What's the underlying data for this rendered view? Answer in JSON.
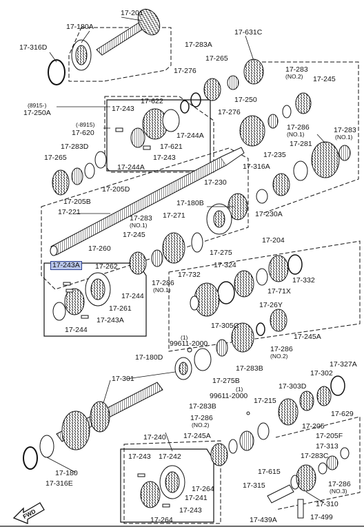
{
  "labels": {
    "l_17_201": "17-201",
    "l_17_180A": "17-180A",
    "l_17_316D": "17-316D",
    "l_17_631C": "17-631C",
    "l_17_283A": "17-283A",
    "l_17_265_top": "17-265",
    "l_17_276_a": "17-276",
    "l_17_276_b": "17-276",
    "l_17_283_no2_a": "17-283",
    "l_no2_a": "(NO.2)",
    "l_17_245_top": "17-245",
    "l_8915_a": "(8915-)",
    "l_17_250A": "17-250A",
    "l_17_243_top": "17-243",
    "l_17_622": "17-622",
    "l_17_244A_r": "17-244A",
    "l_17_250": "17-250",
    "l_17_286_no1": "17-286",
    "l_no1_a": "(NO.1)",
    "l_8915_b": "(-8915)",
    "l_17_620": "17-620",
    "l_17_283_no1_r": "17-283",
    "l_no1_b": "(NO.1)",
    "l_17_283D": "17-283D",
    "l_17_621": "17-621",
    "l_17_244A_l": "17-244A",
    "l_17_243_b": "17-243",
    "l_17_281": "17-281",
    "l_17_235": "17-235",
    "l_17_265_left": "17-265",
    "l_17_316A": "17-316A",
    "l_17_205D": "17-205D",
    "l_17_205B": "17-205B",
    "l_17_230": "17-230",
    "l_17_221": "17-221",
    "l_17_180B": "17-180B",
    "l_17_230A": "17-230A",
    "l_17_271": "17-271",
    "l_17_283_no1_m": "17-283",
    "l_no1_c": "(NO.1)",
    "l_17_245_mid": "17-245",
    "l_17_275": "17-275",
    "l_17_260": "17-260",
    "l_17_204": "17-204",
    "l_17_243A_hl": "17-243A",
    "l_17_262": "17-262",
    "l_17_324": "17-324",
    "l_17_332": "17-332",
    "l_17_732": "17-732",
    "l_17_286_no1_m": "17-286",
    "l_no1_d": "(NO.1)",
    "l_17_244_r": "17-244",
    "l_17_71X": "17-71X",
    "l_17_261": "17-261",
    "l_17_26Y": "17-26Y",
    "l_17_243A_b": "17-243A",
    "l_17_244_b": "17-244",
    "l_17_305C": "17-305C",
    "l_17_245A": "17-245A",
    "l_1_a": "(1)",
    "l_99611_a": "99611-2000",
    "l_17_286_no2_m": "17-286",
    "l_no2_b": "(NO.2)",
    "l_17_180D": "17-180D",
    "l_17_283B_m": "17-283B",
    "l_17_275B": "17-275B",
    "l_17_327A": "17-327A",
    "l_17_301": "17-301",
    "l_17_302": "17-302",
    "l_17_303D": "17-303D",
    "l_1_b": "(1)",
    "l_99611_b": "99611-2000",
    "l_17_215": "17-215",
    "l_17_283B_b": "17-283B",
    "l_17_629": "17-629",
    "l_17_286_no2_b": "17-286",
    "l_no2_c": "(NO.2)",
    "l_17_205": "17-205",
    "l_17_245A_b": "17-245A",
    "l_17_205F": "17-205F",
    "l_17_240": "17-240",
    "l_17_313": "17-313",
    "l_17_283C": "17-283C",
    "l_17_243_bot": "17-243",
    "l_17_242": "17-242",
    "l_17_264_r": "17-264",
    "l_17_615": "17-615",
    "l_17_286_no3": "17-286",
    "l_no3": "(NO.3)",
    "l_17_180": "17-180",
    "l_17_316E": "17-316E",
    "l_17_241": "17-241",
    "l_17_315": "17-315",
    "l_17_310": "17-310",
    "l_17_243_bot2": "17-243",
    "l_17_264_b": "17-264",
    "l_17_439A": "17-439A",
    "l_17_499": "17-499",
    "l_fwd": "FWD"
  },
  "highlight_color": "#b9c6ea",
  "highlight_border": "#2b3f8f"
}
